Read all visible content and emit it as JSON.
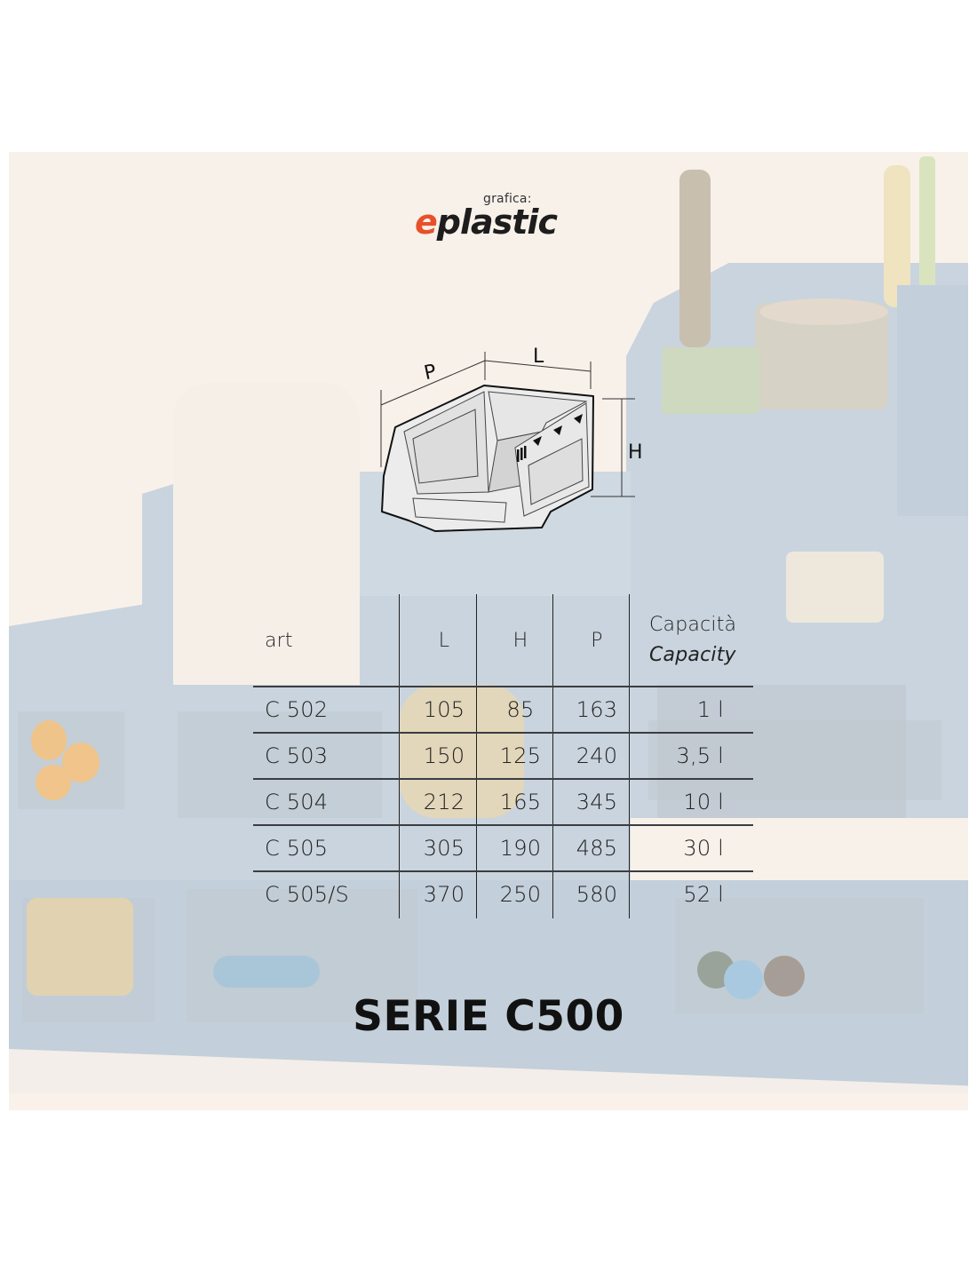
{
  "logo": {
    "prefix": "grafica:",
    "brand_e": "e",
    "brand_rest": "plastic",
    "accent_color": "#e8502a"
  },
  "diagram": {
    "label_length": "L",
    "label_depth": "P",
    "label_height": "H"
  },
  "table": {
    "headers": {
      "art": "art",
      "l": "L",
      "h": "H",
      "p": "P",
      "capacity_it": "Capacità",
      "capacity_en": "Capacity"
    },
    "rows": [
      {
        "art": "C 502",
        "l": "105",
        "h": "85",
        "p": "163",
        "capacity": "1 l"
      },
      {
        "art": "C 503",
        "l": "150",
        "h": "125",
        "p": "240",
        "capacity": "3,5 l"
      },
      {
        "art": "C 504",
        "l": "212",
        "h": "165",
        "p": "345",
        "capacity": "10 l"
      },
      {
        "art": "C 505",
        "l": "305",
        "h": "190",
        "p": "485",
        "capacity": "30 l"
      },
      {
        "art": "C 505/S",
        "l": "370",
        "h": "250",
        "p": "580",
        "capacity": "52 l"
      }
    ]
  },
  "title": "SERIE C500",
  "colors": {
    "panel_bg": "#f8f1ea",
    "bin_blue": "#c9d4de",
    "text": "#222222"
  }
}
